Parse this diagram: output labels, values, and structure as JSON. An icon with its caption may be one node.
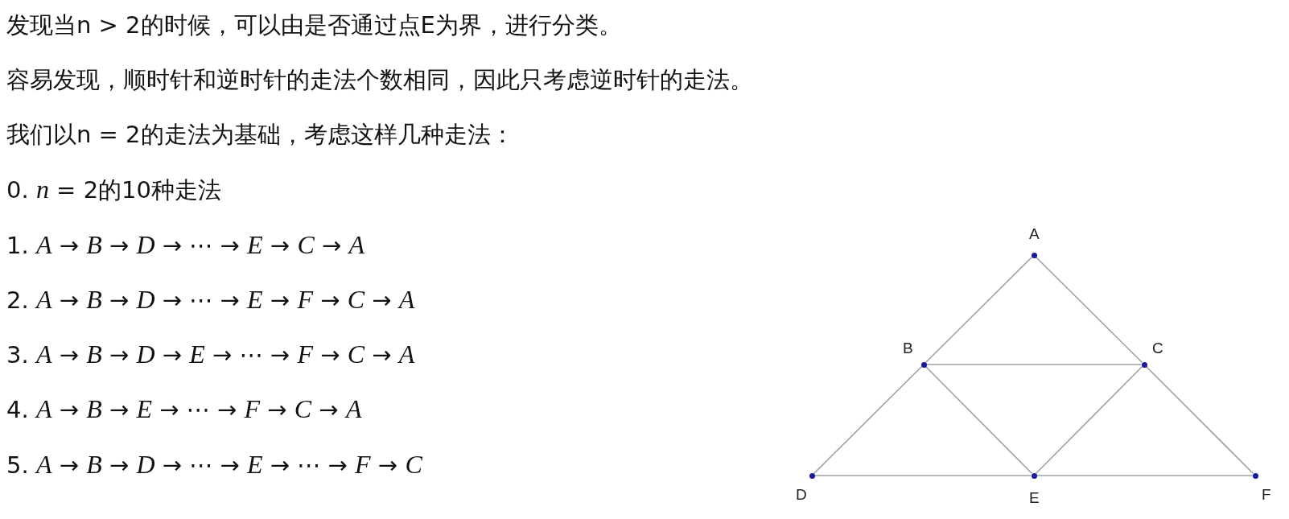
{
  "diagram": {
    "nodes": [
      {
        "text": [
          "A"
        ]
      },
      {
        "text": [
          "B"
        ]
      },
      {
        "text": [
          "C"
        ]
      },
      {
        "text": [
          "D"
        ]
      },
      {
        "text": [
          "E"
        ]
      },
      {
        "text": [
          "F"
        ]
      }
    ],
    "edges": [
      {
        "from": 0,
        "to": 1,
        "arrow": "none"
      },
      {
        "from": 0,
        "to": 2,
        "arrow": "none"
      },
      {
        "from": 1,
        "to": 2,
        "arrow": "none"
      },
      {
        "from": 1,
        "to": 3,
        "arrow": "none"
      },
      {
        "from": 1,
        "to": 4,
        "arrow": "none"
      },
      {
        "from": 2,
        "to": 4,
        "arrow": "none"
      },
      {
        "from": 2,
        "to": 5,
        "arrow": "none"
      },
      {
        "from": 3,
        "to": 4,
        "arrow": "none"
      },
      {
        "from": 4,
        "to": 5,
        "arrow": "none"
      }
    ],
    "labels": [
      "发现当n > 2的时候，可以由是否通过点E为界，进行分类。",
      "容易发现，顺时针和逆时针的走法个数相同，因此只考虑逆时针的走法。",
      "我们以n = 2的走法为基础，考虑这样几种走法：",
      "0. *n* = 2的10种走法",
      "1. *A* → *B* → *D* → ⋯ → *E* → *C* → *A*",
      "2. *A* → *B* → *D* → ⋯ → *E* → *F* → *C* → *A*",
      "3. *A* → *B* → *D* → *E* → ⋯ → *F* → *C* → *A*",
      "4. *A* → *B* → *E* → ⋯ → *F* → *C* → *A*",
      "5. *A* → *B* → *D* → ⋯ → *E* → ⋯ → *F* → *C*"
    ]
  }
}
